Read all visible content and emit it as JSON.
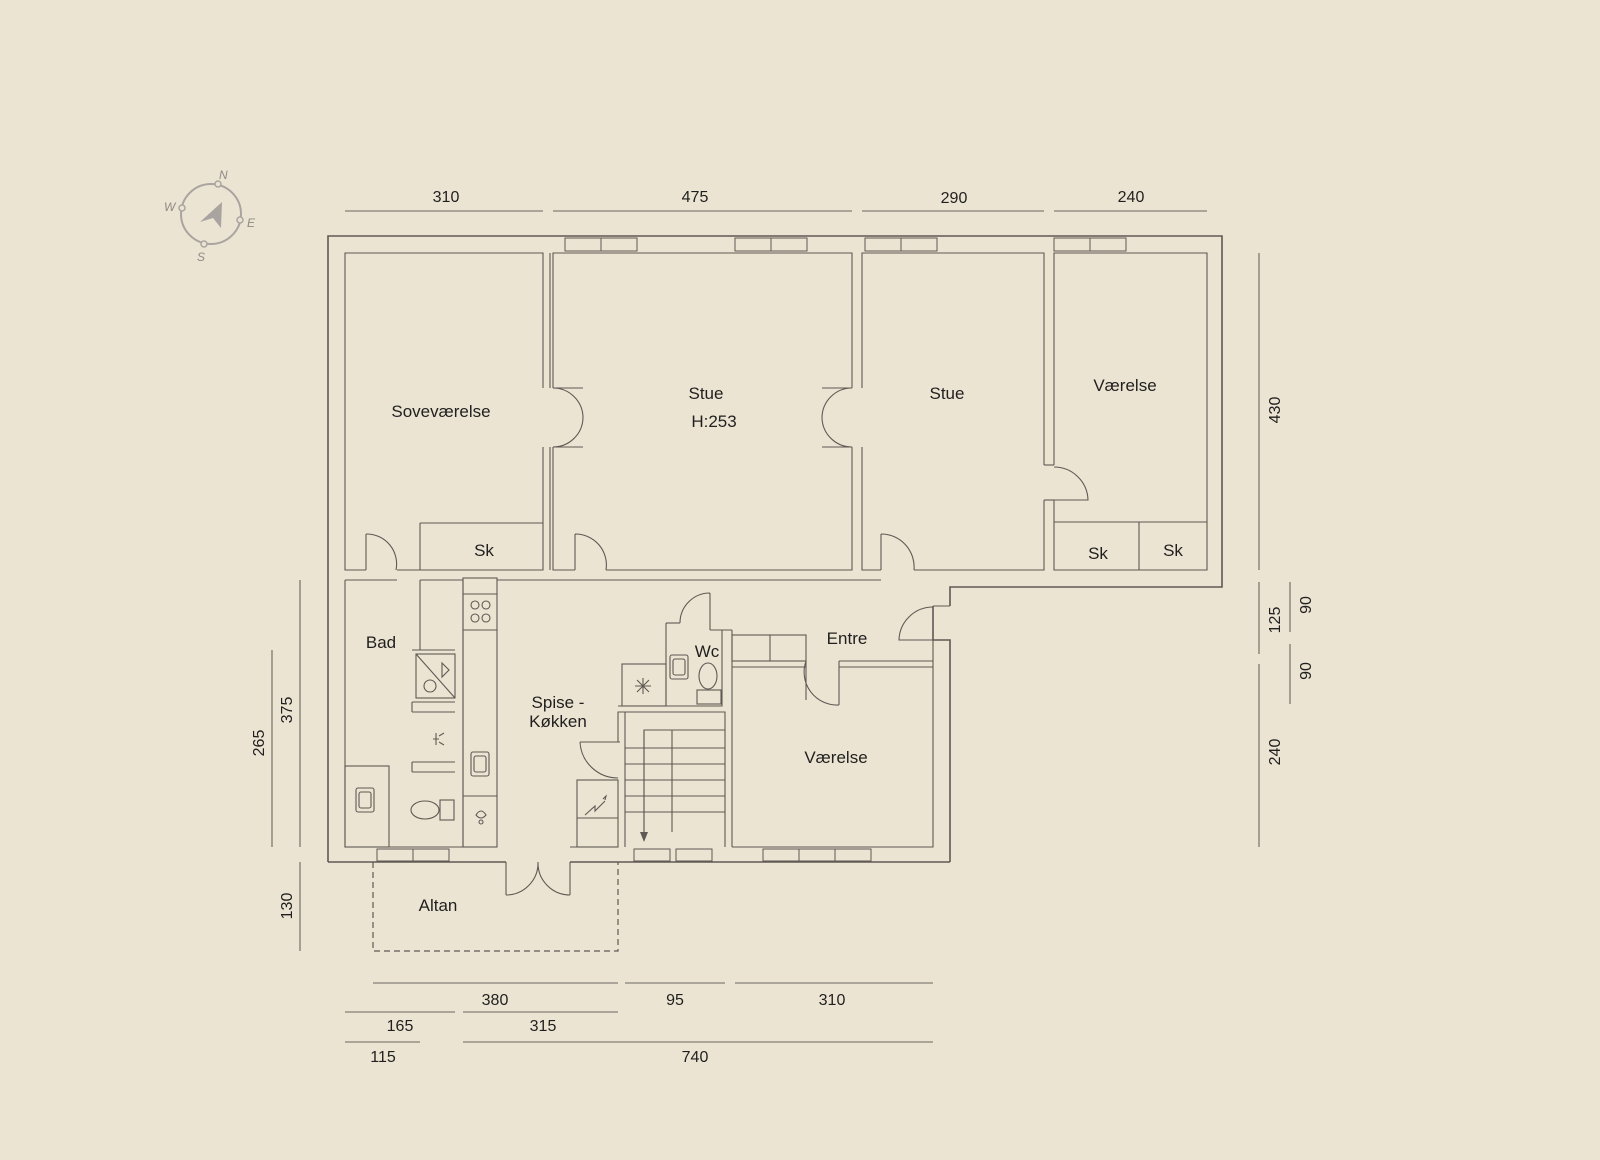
{
  "rooms": {
    "sovevaerelse": "Soveværelse",
    "stue_1": "Stue",
    "stue_1_height": "H:253",
    "stue_2": "Stue",
    "vaerelse_1": "Værelse",
    "sk_1": "Sk",
    "sk_2": "Sk",
    "sk_3": "Sk",
    "bad": "Bad",
    "spise_line1": "Spise -",
    "spise_line2": "Køkken",
    "wc": "Wc",
    "entre": "Entre",
    "vaerelse_2": "Værelse",
    "altan": "Altan"
  },
  "dimensions": {
    "top": [
      "310",
      "475",
      "290",
      "240"
    ],
    "right": [
      "430",
      "125",
      "90",
      "90",
      "240"
    ],
    "left": [
      "375",
      "265",
      "130"
    ],
    "bottom_row1": [
      "380",
      "95",
      "310"
    ],
    "bottom_row2": [
      "165",
      "315"
    ],
    "bottom_row3": [
      "115",
      "740"
    ]
  },
  "compass": {
    "n": "N",
    "e": "E",
    "s": "S",
    "w": "W"
  },
  "colors": {
    "background": "#ece4d2",
    "lines": "#5f5954",
    "text": "#1f1f1f",
    "compass": "#a9a4a0"
  }
}
